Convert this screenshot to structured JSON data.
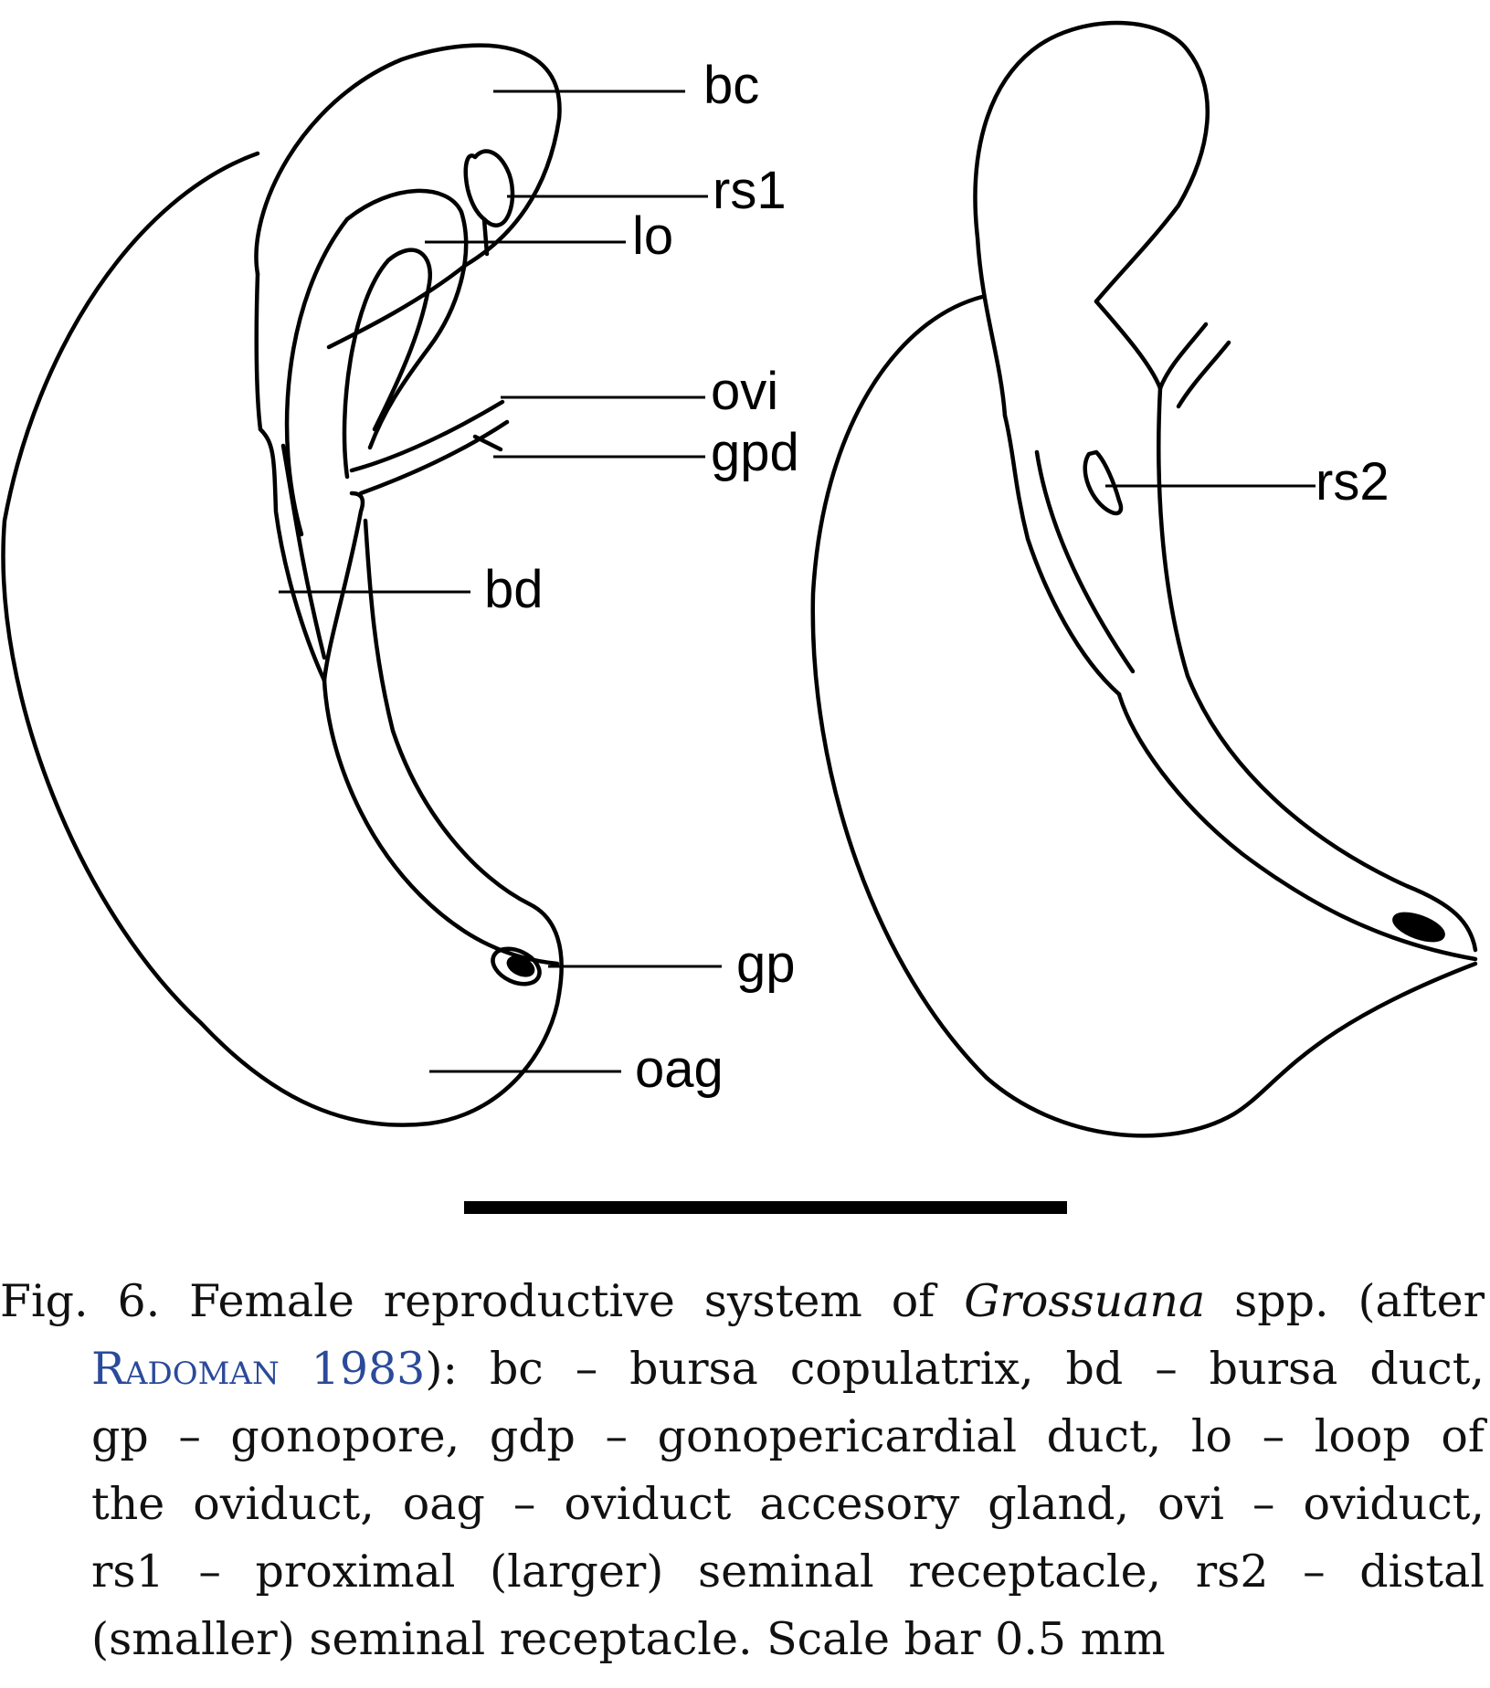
{
  "labels": {
    "bc": "bc",
    "rs1": "rs1",
    "lo": "lo",
    "ovi": "ovi",
    "gpd": "gpd",
    "bd": "bd",
    "gp": "gp",
    "oag": "oag",
    "rs2": "rs2"
  },
  "caption": {
    "fig_no": "Fig. 6. Female reproductive system of",
    "genus": "Grossuana",
    "after_genus": "spp. (after",
    "author": "Radoman 1983",
    "line2_rest": "): bc – bursa copulatrix, bd – bursa duct,",
    "line3": "gp – gonopore, gdp – gonopericardial duct, lo – loop of",
    "line4": "the oviduct, oag – oviduct accesory gland, ovi – oviduct,",
    "line5": "rs1 – proximal (larger) seminal receptacle, rs2 – distal",
    "line6": "(smaller) seminal receptacle. Scale bar 0.5 mm"
  },
  "scale_bar_label": "0.5 mm"
}
